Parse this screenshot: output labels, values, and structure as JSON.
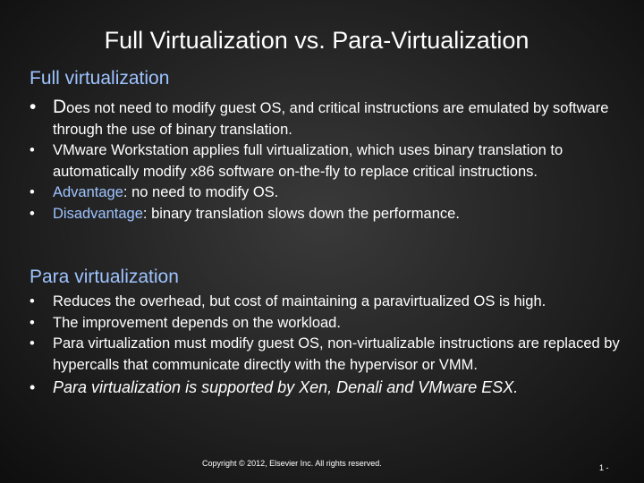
{
  "slide": {
    "title": "Full Virtualization vs. Para-Virtualization",
    "sections": [
      {
        "heading": "Full virtualization",
        "bullets": [
          {
            "first_letter": "D",
            "text": "oes not need to modify guest OS, and critical instructions are emulated by software through the use of binary translation."
          },
          {
            "text": "VMware Workstation applies full virtualization, which uses binary translation to automatically modify x86 software on-the-fly to replace critical instructions."
          },
          {
            "label": "Advantage",
            "text": ": no need to modify OS."
          },
          {
            "label": "Disadvantage",
            "text": ":  binary translation slows down the performance."
          }
        ]
      },
      {
        "heading": "Para virtualization",
        "bullets": [
          {
            "text": "Reduces the overhead, but cost of maintaining a paravirtualized OS is high."
          },
          {
            "text": "The improvement depends on the workload."
          },
          {
            "text": "Para virtualization must modify guest OS, non-virtualizable instructions are replaced by hypercalls that communicate directly with the hypervisor or VMM."
          },
          {
            "text": "Para virtualization is supported by Xen, Denali and VMware ESX."
          }
        ]
      }
    ],
    "bullet_glyph": "•",
    "footer": "Copyright © 2012, Elsevier Inc. All rights reserved.",
    "page_number": "1 -",
    "colors": {
      "background": "#2b2b2b",
      "heading": "#9ec3ff",
      "text": "#ffffff"
    }
  }
}
